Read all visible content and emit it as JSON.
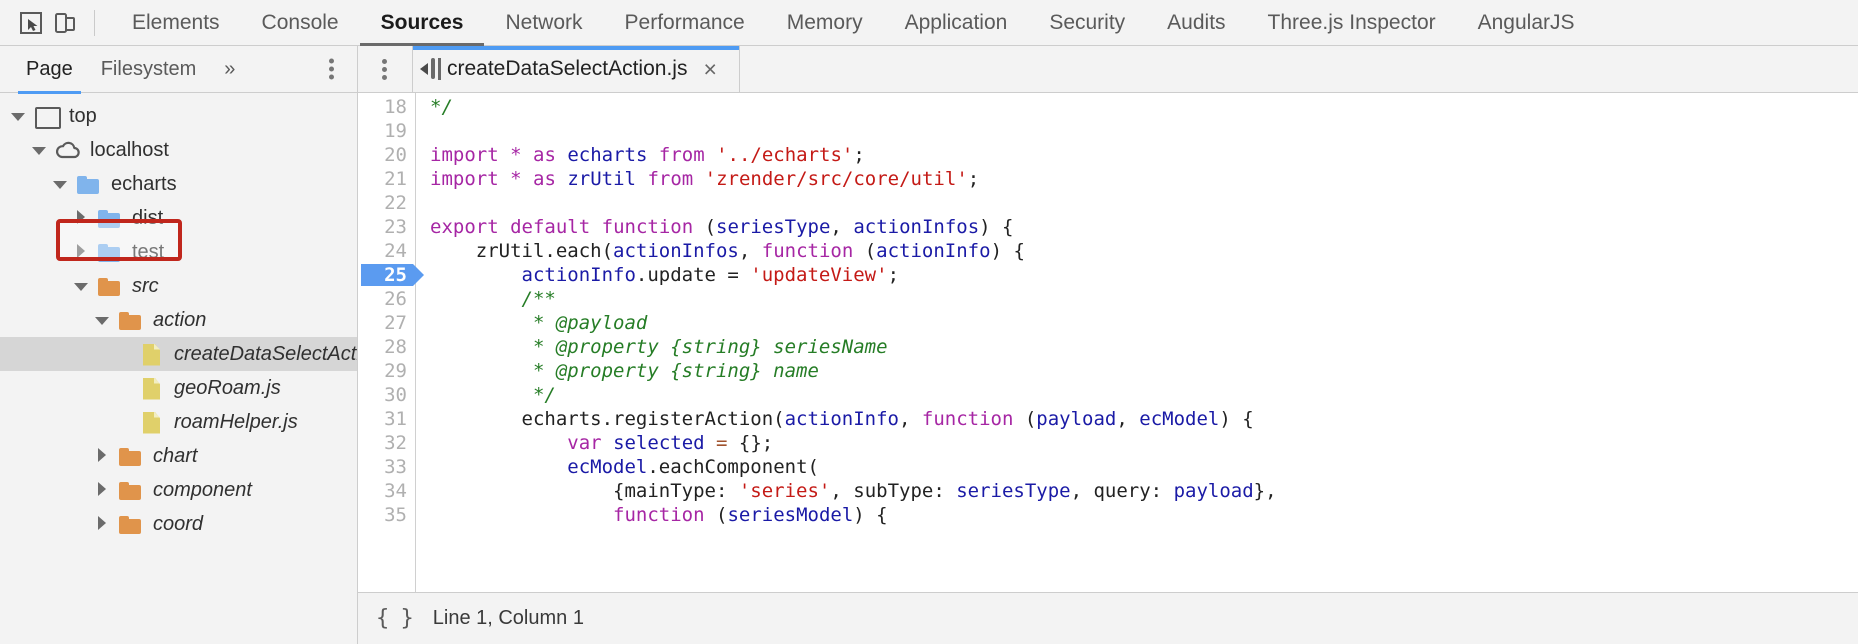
{
  "toolbar": {
    "icons": [
      {
        "name": "inspect-element-icon",
        "glyph": "cursor-box"
      },
      {
        "name": "device-toolbar-icon",
        "glyph": "device"
      }
    ],
    "tabs": [
      {
        "label": "Elements",
        "active": false
      },
      {
        "label": "Console",
        "active": false
      },
      {
        "label": "Sources",
        "active": true
      },
      {
        "label": "Network",
        "active": false
      },
      {
        "label": "Performance",
        "active": false
      },
      {
        "label": "Memory",
        "active": false
      },
      {
        "label": "Application",
        "active": false
      },
      {
        "label": "Security",
        "active": false
      },
      {
        "label": "Audits",
        "active": false
      },
      {
        "label": "Three.js Inspector",
        "active": false
      },
      {
        "label": "AngularJS",
        "active": false
      }
    ]
  },
  "navigator": {
    "tabs": [
      {
        "label": "Page",
        "active": true
      },
      {
        "label": "Filesystem",
        "active": false
      }
    ],
    "more_label": "»",
    "menu_icon": "kebab-menu-icon",
    "tree": [
      {
        "label": "top",
        "indent": 0,
        "twist": "open",
        "icon": "frame",
        "italic": false,
        "selected": false
      },
      {
        "label": "localhost",
        "indent": 1,
        "twist": "open",
        "icon": "cloud",
        "italic": false,
        "selected": false
      },
      {
        "label": "echarts",
        "indent": 2,
        "twist": "open",
        "icon": "folder-blue",
        "italic": false,
        "selected": false
      },
      {
        "label": "dist",
        "indent": 3,
        "twist": "closed",
        "icon": "folder-blue",
        "italic": false,
        "selected": false
      },
      {
        "label": "test",
        "indent": 3,
        "twist": "closed",
        "icon": "folder-blue",
        "italic": false,
        "selected": false
      },
      {
        "label": "src",
        "indent": 3,
        "twist": "open",
        "icon": "folder-orange",
        "italic": true,
        "selected": false
      },
      {
        "label": "action",
        "indent": 4,
        "twist": "open",
        "icon": "folder-orange",
        "italic": true,
        "selected": false
      },
      {
        "label": "createDataSelectAction.js",
        "indent": 5,
        "twist": "none",
        "icon": "file",
        "italic": true,
        "selected": true
      },
      {
        "label": "geoRoam.js",
        "indent": 5,
        "twist": "none",
        "icon": "file",
        "italic": true,
        "selected": false
      },
      {
        "label": "roamHelper.js",
        "indent": 5,
        "twist": "none",
        "icon": "file",
        "italic": true,
        "selected": false
      },
      {
        "label": "chart",
        "indent": 4,
        "twist": "closed",
        "icon": "folder-orange",
        "italic": true,
        "selected": false
      },
      {
        "label": "component",
        "indent": 4,
        "twist": "closed",
        "icon": "folder-orange",
        "italic": true,
        "selected": false
      },
      {
        "label": "coord",
        "indent": 4,
        "twist": "closed",
        "icon": "folder-orange",
        "italic": true,
        "selected": false
      }
    ],
    "annotation": {
      "target": "src",
      "color": "#c0261c"
    }
  },
  "editor": {
    "sidebar_toggle_icon": "collapse-sidebar-icon",
    "kebab_icon": "kebab-menu-icon",
    "tab": {
      "name": "createDataSelectAction.js",
      "close": "×",
      "active": true
    },
    "current_line": 25,
    "lines": [
      {
        "n": 18,
        "tokens": [
          {
            "t": "*/",
            "c": "c"
          }
        ]
      },
      {
        "n": 19,
        "tokens": []
      },
      {
        "n": 20,
        "tokens": [
          {
            "t": "import",
            "c": "k"
          },
          {
            "t": " ",
            "c": "p"
          },
          {
            "t": "*",
            "c": "k"
          },
          {
            "t": " ",
            "c": "p"
          },
          {
            "t": "as",
            "c": "k"
          },
          {
            "t": " ",
            "c": "p"
          },
          {
            "t": "echarts",
            "c": "id"
          },
          {
            "t": " ",
            "c": "p"
          },
          {
            "t": "from",
            "c": "k"
          },
          {
            "t": " ",
            "c": "p"
          },
          {
            "t": "'../echarts'",
            "c": "s"
          },
          {
            "t": ";",
            "c": "p"
          }
        ]
      },
      {
        "n": 21,
        "tokens": [
          {
            "t": "import",
            "c": "k"
          },
          {
            "t": " ",
            "c": "p"
          },
          {
            "t": "*",
            "c": "k"
          },
          {
            "t": " ",
            "c": "p"
          },
          {
            "t": "as",
            "c": "k"
          },
          {
            "t": " ",
            "c": "p"
          },
          {
            "t": "zrUtil",
            "c": "id"
          },
          {
            "t": " ",
            "c": "p"
          },
          {
            "t": "from",
            "c": "k"
          },
          {
            "t": " ",
            "c": "p"
          },
          {
            "t": "'zrender/src/core/util'",
            "c": "s"
          },
          {
            "t": ";",
            "c": "p"
          }
        ]
      },
      {
        "n": 22,
        "tokens": []
      },
      {
        "n": 23,
        "tokens": [
          {
            "t": "export",
            "c": "k"
          },
          {
            "t": " ",
            "c": "p"
          },
          {
            "t": "default",
            "c": "k"
          },
          {
            "t": " ",
            "c": "p"
          },
          {
            "t": "function",
            "c": "k"
          },
          {
            "t": " (",
            "c": "p"
          },
          {
            "t": "seriesType",
            "c": "id"
          },
          {
            "t": ", ",
            "c": "p"
          },
          {
            "t": "actionInfos",
            "c": "id"
          },
          {
            "t": ") {",
            "c": "p"
          }
        ]
      },
      {
        "n": 24,
        "tokens": [
          {
            "t": "    zrUtil.each(",
            "c": "p"
          },
          {
            "t": "actionInfos",
            "c": "id"
          },
          {
            "t": ", ",
            "c": "p"
          },
          {
            "t": "function",
            "c": "k"
          },
          {
            "t": " (",
            "c": "p"
          },
          {
            "t": "actionInfo",
            "c": "id"
          },
          {
            "t": ") {",
            "c": "p"
          }
        ]
      },
      {
        "n": 25,
        "tokens": [
          {
            "t": "        ",
            "c": "p"
          },
          {
            "t": "actionInfo",
            "c": "id"
          },
          {
            "t": ".update = ",
            "c": "p"
          },
          {
            "t": "'updateView'",
            "c": "s"
          },
          {
            "t": ";",
            "c": "p"
          }
        ]
      },
      {
        "n": 26,
        "tokens": [
          {
            "t": "        /**",
            "c": "c"
          }
        ]
      },
      {
        "n": 27,
        "tokens": [
          {
            "t": "         * @payload",
            "c": "c"
          }
        ]
      },
      {
        "n": 28,
        "tokens": [
          {
            "t": "         * @property {string} seriesName",
            "c": "c"
          }
        ]
      },
      {
        "n": 29,
        "tokens": [
          {
            "t": "         * @property {string} name",
            "c": "c"
          }
        ]
      },
      {
        "n": 30,
        "tokens": [
          {
            "t": "         */",
            "c": "c"
          }
        ]
      },
      {
        "n": 31,
        "tokens": [
          {
            "t": "        echarts.registerAction(",
            "c": "p"
          },
          {
            "t": "actionInfo",
            "c": "id"
          },
          {
            "t": ", ",
            "c": "p"
          },
          {
            "t": "function",
            "c": "k"
          },
          {
            "t": " (",
            "c": "p"
          },
          {
            "t": "payload",
            "c": "id"
          },
          {
            "t": ", ",
            "c": "p"
          },
          {
            "t": "ecModel",
            "c": "id"
          },
          {
            "t": ") {",
            "c": "p"
          }
        ]
      },
      {
        "n": 32,
        "tokens": [
          {
            "t": "            ",
            "c": "p"
          },
          {
            "t": "var",
            "c": "k"
          },
          {
            "t": " ",
            "c": "p"
          },
          {
            "t": "selected",
            "c": "id"
          },
          {
            "t": " ",
            "c": "p"
          },
          {
            "t": "=",
            "c": "op"
          },
          {
            "t": " {};",
            "c": "p"
          }
        ]
      },
      {
        "n": 33,
        "tokens": [
          {
            "t": "            ",
            "c": "p"
          },
          {
            "t": "ecModel",
            "c": "id"
          },
          {
            "t": ".eachComponent(",
            "c": "p"
          }
        ]
      },
      {
        "n": 34,
        "tokens": [
          {
            "t": "                {mainType: ",
            "c": "p"
          },
          {
            "t": "'series'",
            "c": "s"
          },
          {
            "t": ", subType: ",
            "c": "p"
          },
          {
            "t": "seriesType",
            "c": "id"
          },
          {
            "t": ", query: ",
            "c": "p"
          },
          {
            "t": "payload",
            "c": "id"
          },
          {
            "t": "},",
            "c": "p"
          }
        ]
      },
      {
        "n": 35,
        "tokens": [
          {
            "t": "                ",
            "c": "p"
          },
          {
            "t": "function",
            "c": "k"
          },
          {
            "t": " (",
            "c": "p"
          },
          {
            "t": "seriesModel",
            "c": "id"
          },
          {
            "t": ") {",
            "c": "p"
          }
        ]
      }
    ]
  },
  "status": {
    "pretty_print_icon": "{ }",
    "text": "Line 1, Column 1"
  },
  "colors": {
    "accent_blue": "#4e9bf3",
    "annotation_red": "#c0261c",
    "selection_gray": "#d6d6d6",
    "keyword": "#a626a4",
    "identifier": "#1a1aa6",
    "string": "#c41a16",
    "comment": "#267d26"
  }
}
